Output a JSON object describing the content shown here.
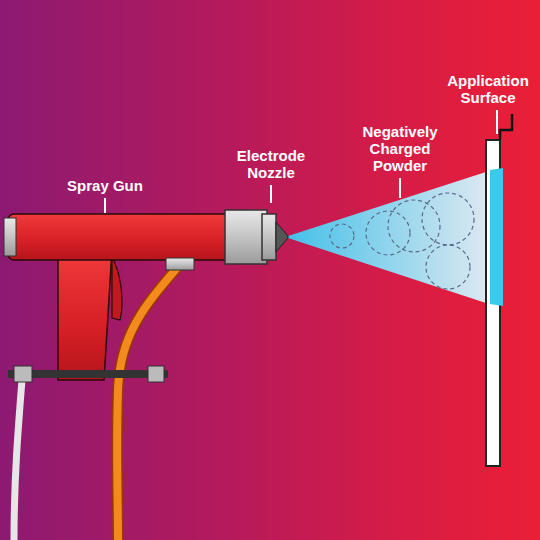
{
  "diagram": {
    "labels": [
      "Spray Gun",
      "Electrode Nozzle",
      "Negatively Charged Powder",
      "Application Surface"
    ]
  }
}
